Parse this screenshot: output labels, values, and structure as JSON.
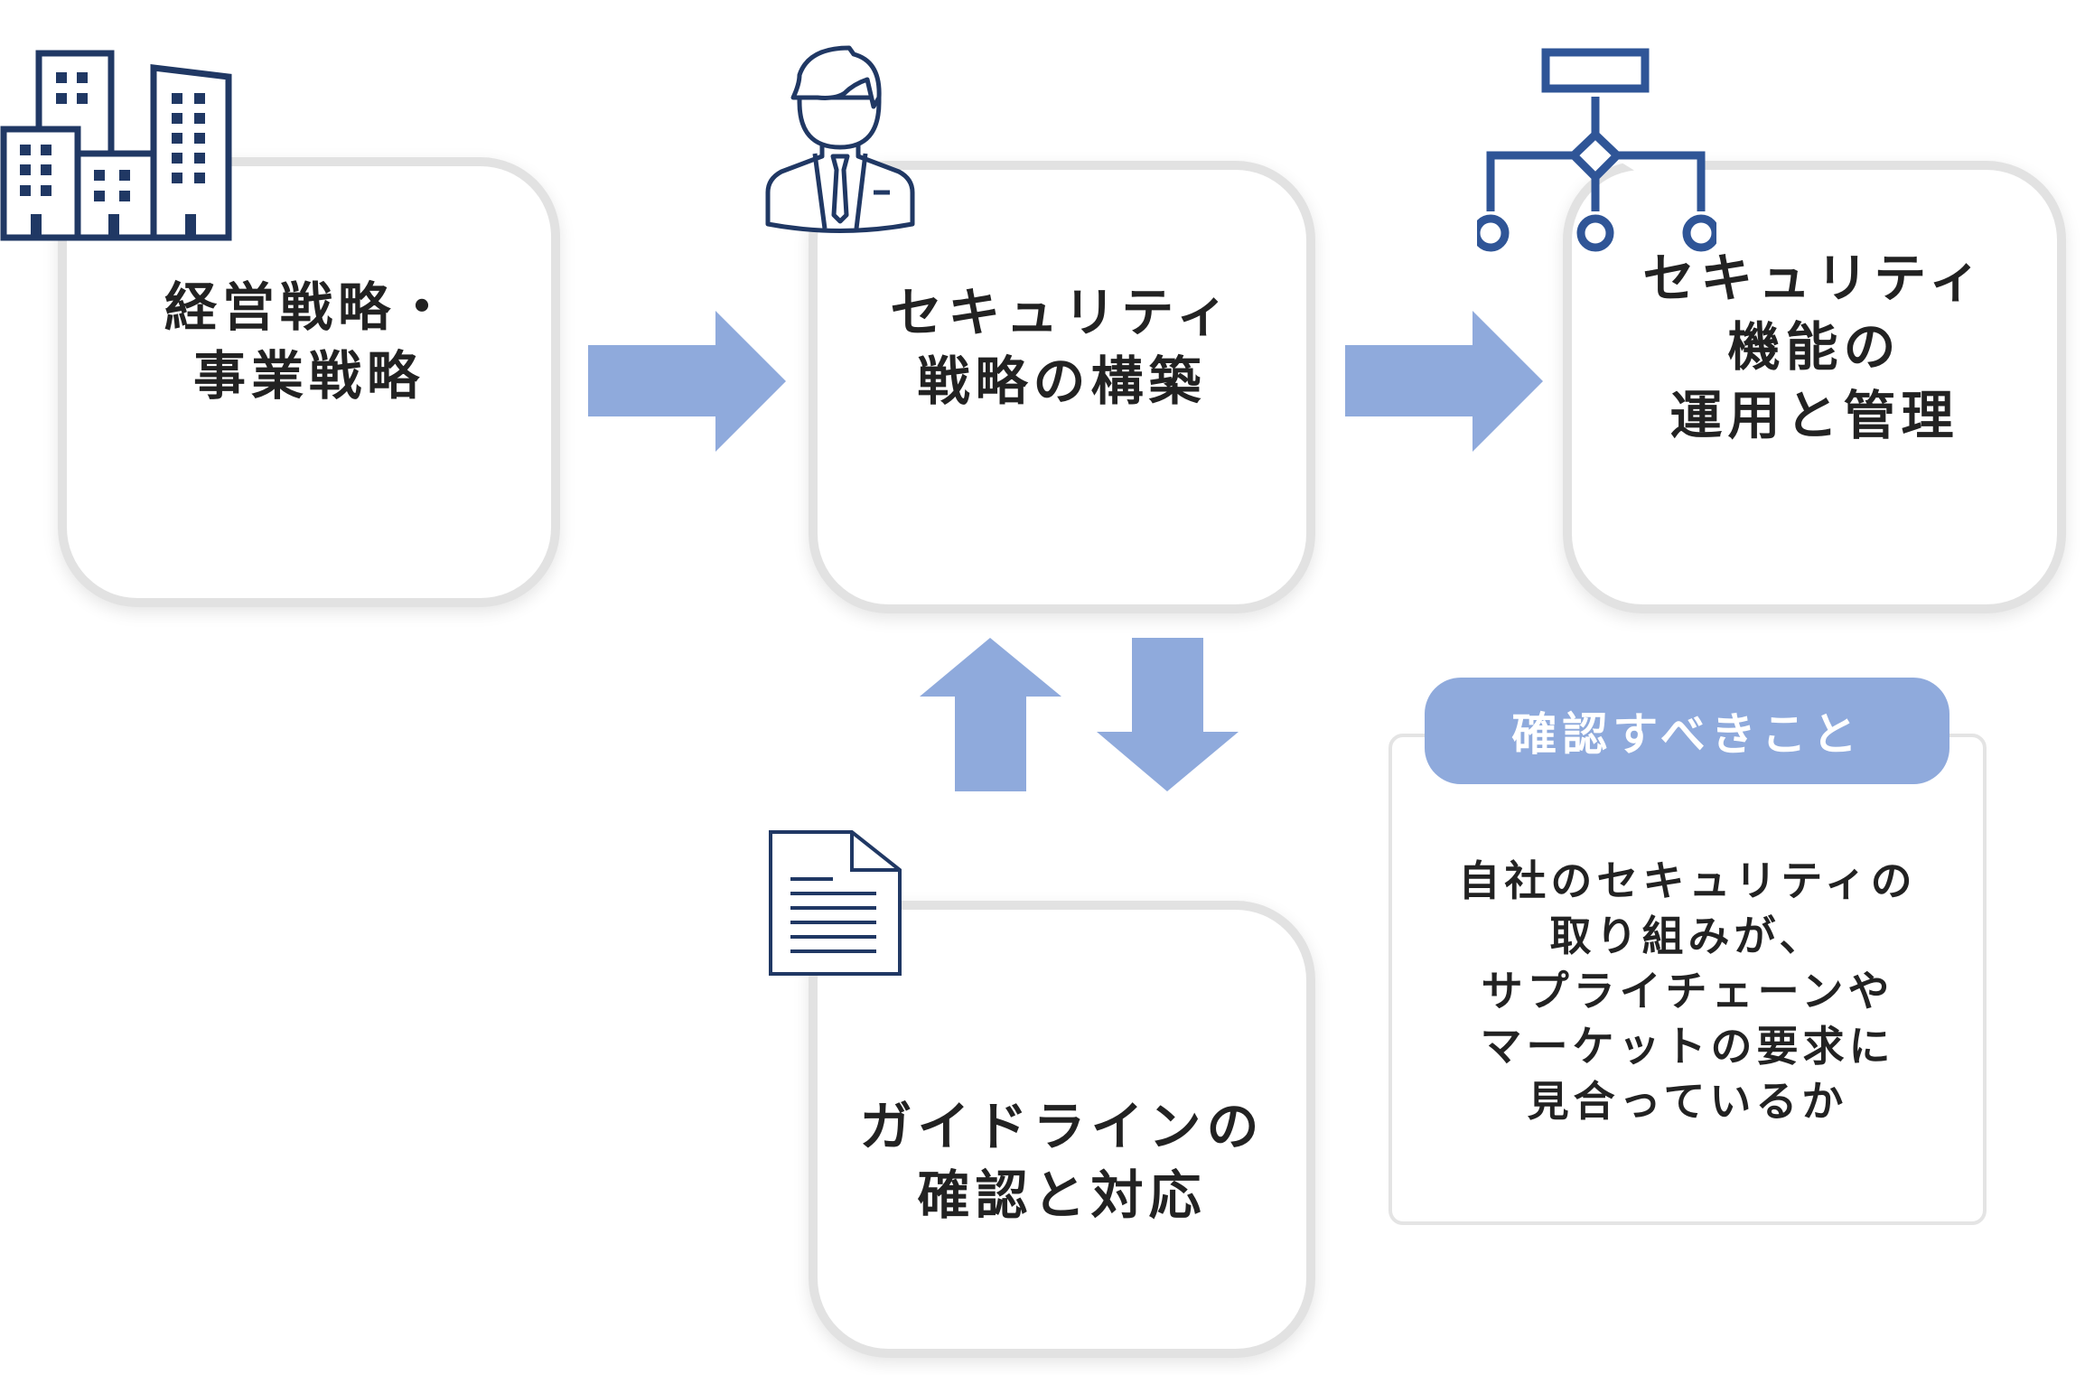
{
  "colors": {
    "arrow": "#8faadc",
    "icon_stroke": "#203864",
    "text": "#222222",
    "info_header_bg": "#8faadc",
    "card_shadow": "#e2e2e2"
  },
  "steps": [
    {
      "id": "business-strategy",
      "icon": "buildings-icon",
      "label": "経営戦略・\n事業戦略"
    },
    {
      "id": "security-strategy",
      "icon": "businessman-icon",
      "label": "セキュリティ\n戦略の構築"
    },
    {
      "id": "security-operations",
      "icon": "org-chart-icon",
      "label": "セキュリティ\n機能の\n運用と管理"
    },
    {
      "id": "guideline-check",
      "icon": "document-icon",
      "label": "ガイドラインの\n確認と対応"
    }
  ],
  "connections": [
    {
      "from": "business-strategy",
      "to": "security-strategy",
      "direction": "right"
    },
    {
      "from": "security-strategy",
      "to": "security-operations",
      "direction": "right"
    },
    {
      "from": "guideline-check",
      "to": "security-strategy",
      "direction": "up"
    },
    {
      "from": "security-strategy",
      "to": "guideline-check",
      "direction": "down"
    }
  ],
  "info": {
    "header": "確認すべきこと",
    "body": "自社のセキュリティの\n取り組みが、\nサプライチェーンや\nマーケットの要求に\n見合っているか"
  }
}
